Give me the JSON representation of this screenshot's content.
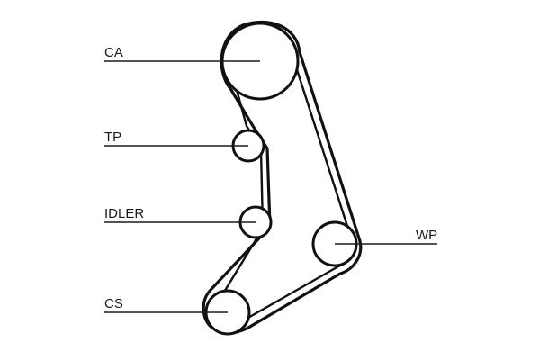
{
  "diagram": {
    "labels": {
      "ca": "CA",
      "tp": "TP",
      "idler": "IDLER",
      "wp": "WP",
      "cs": "CS"
    }
  }
}
